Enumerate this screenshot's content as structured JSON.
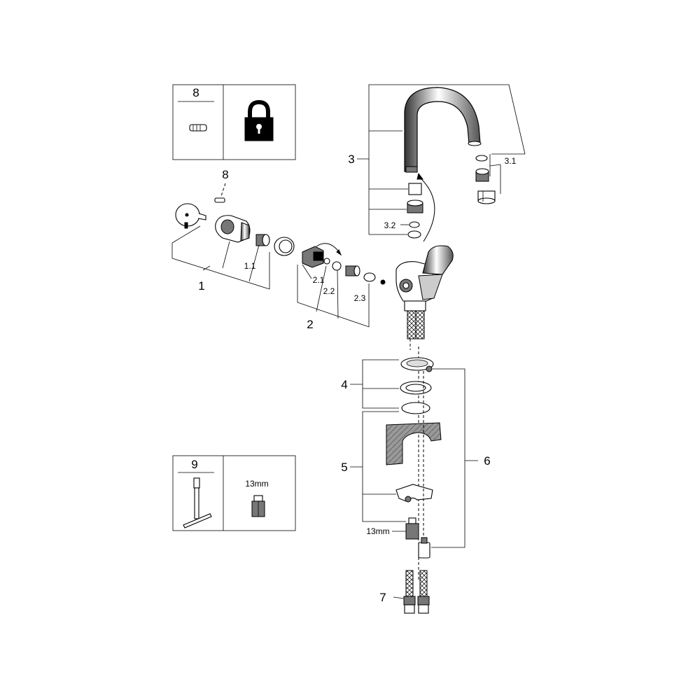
{
  "inset_boxes": {
    "spare_8": {
      "number": "8",
      "icon": "lock-icon"
    },
    "tool_9": {
      "number": "9",
      "size_label": "13mm"
    }
  },
  "labels": {
    "l1": "1",
    "l1_1": "1.1",
    "l2": "2",
    "l2_1": "2.1",
    "l2_2": "2.2",
    "l2_3": "2.3",
    "l3": "3",
    "l3_1": "3.1",
    "l3_2": "3.2",
    "l4": "4",
    "l5": "5",
    "l6": "6",
    "l7": "7",
    "l8": "8",
    "mm13": "13mm"
  },
  "colors": {
    "line": "#000000",
    "shade": "#777777",
    "background": "#ffffff"
  }
}
